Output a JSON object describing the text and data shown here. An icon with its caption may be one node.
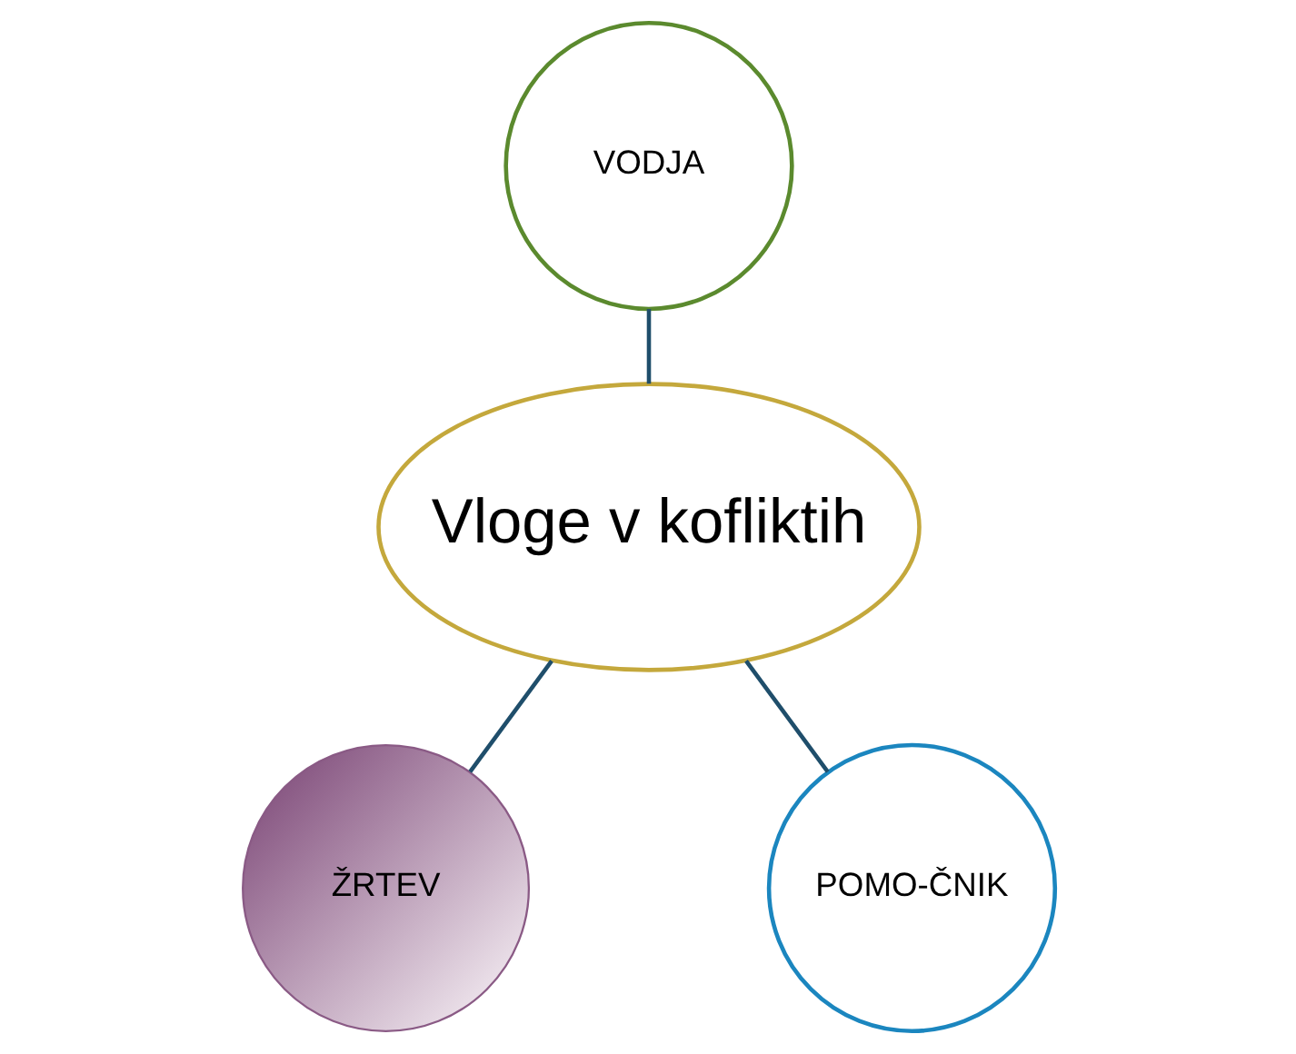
{
  "diagram": {
    "nodes": [
      {
        "text": [
          "VODJA"
        ]
      },
      {
        "text": [
          "Vloge v kofliktih"
        ]
      },
      {
        "text": [
          "ŽRTEV"
        ]
      },
      {
        "text": [
          "POMO-ČNIK"
        ]
      }
    ],
    "edges": [
      {
        "from": 0,
        "to": 1,
        "arrow": "none"
      },
      {
        "from": 1,
        "to": 2,
        "arrow": "none"
      },
      {
        "from": 1,
        "to": 3,
        "arrow": "none"
      }
    ]
  }
}
